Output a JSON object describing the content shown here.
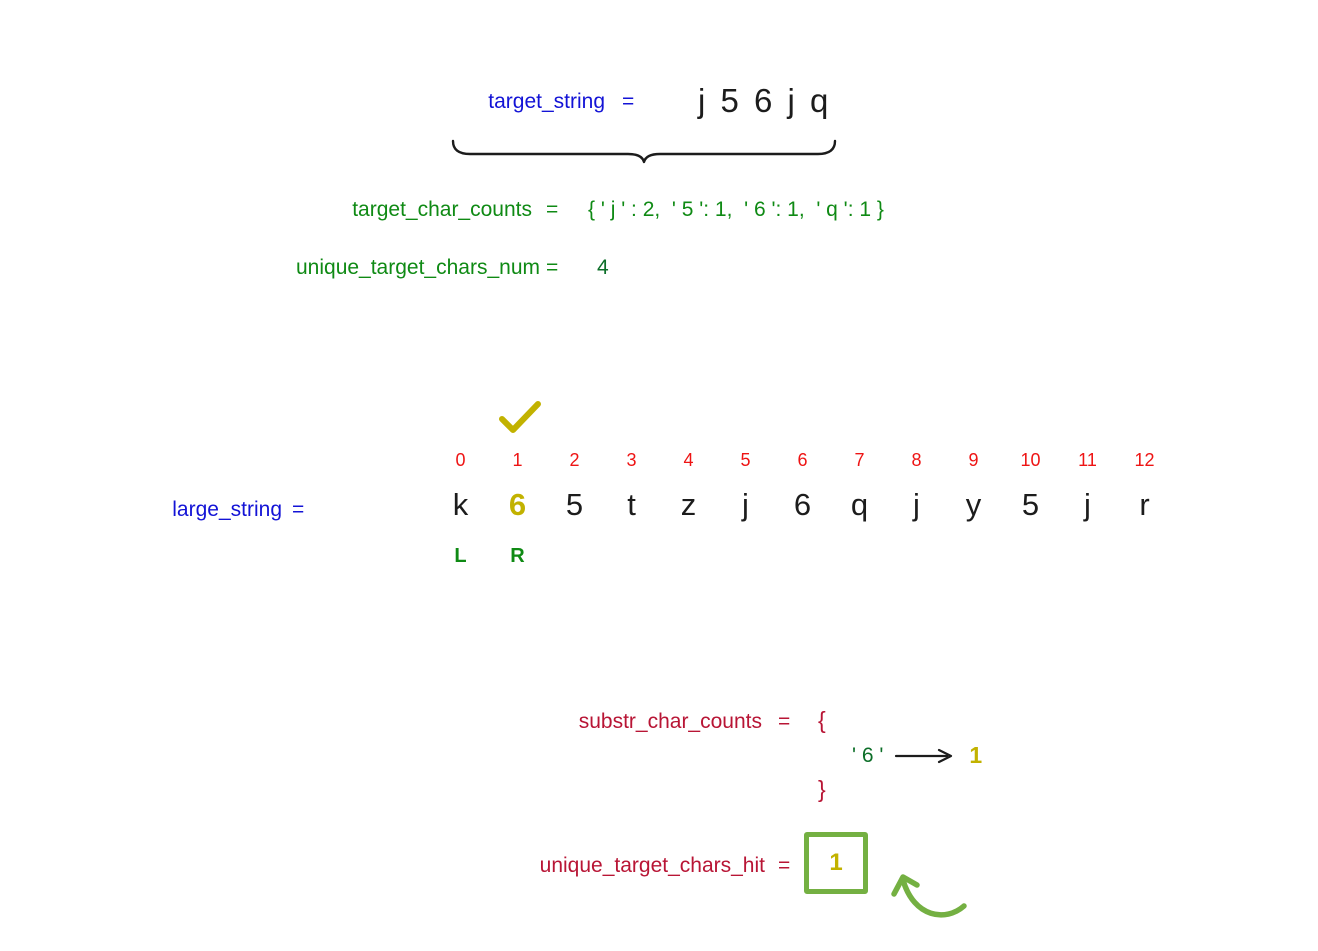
{
  "colors": {
    "blue": "#1313d6",
    "green": "#0f8a14",
    "dark_green": "#0c6e28",
    "red": "#ee1414",
    "yellow": "#c2b200",
    "crimson": "#b81535",
    "light_green": "#74b042",
    "ink": "#1c1c1c"
  },
  "icons": {
    "checkmark": "check",
    "underbrace": "brace-under",
    "map_arrow": "arrow-right",
    "callout_arrow": "curved-arrow-up-left"
  },
  "target_string": {
    "label": "target_string",
    "equals": "=",
    "value": "j 5 6 j q"
  },
  "target_char_counts": {
    "label": "target_char_counts",
    "equals": "=",
    "value": "{ ' j ' : 2,  ' 5 ': 1,  ' 6 ': 1,  ' q ': 1 }"
  },
  "unique_target_chars_num": {
    "label": "unique_target_chars_num",
    "equals": "=",
    "value": "4"
  },
  "large_string": {
    "label": "large_string",
    "equals": "=",
    "indices": [
      "0",
      "1",
      "2",
      "3",
      "4",
      "5",
      "6",
      "7",
      "8",
      "9",
      "10",
      "11",
      "12"
    ],
    "chars": [
      "k",
      "6",
      "5",
      "t",
      "z",
      "j",
      "6",
      "q",
      "j",
      "y",
      "5",
      "j",
      "r"
    ],
    "highlight_index": 1,
    "pointers": [
      {
        "label": "L",
        "index": 0
      },
      {
        "label": "R",
        "index": 1
      }
    ]
  },
  "substr_char_counts": {
    "label": "substr_char_counts",
    "equals": "=",
    "open_brace": "{",
    "close_brace": "}",
    "entries": [
      {
        "key": "' 6 '",
        "value": "1"
      }
    ]
  },
  "unique_target_chars_hit": {
    "label": "unique_target_chars_hit",
    "equals": "=",
    "value": "1"
  }
}
